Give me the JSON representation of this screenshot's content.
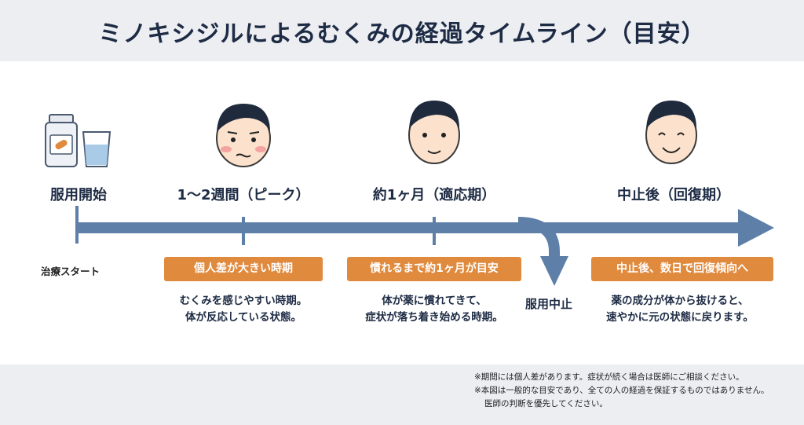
{
  "title": "ミノキシジルによるむくみの経過タイムライン（目安）",
  "stages": [
    {
      "label": "服用開始",
      "sub": "治療スタート"
    },
    {
      "label": "1〜2週間（ピーク）",
      "badge": "個人差が大きい時期",
      "desc": [
        "むくみを感じやすい時期。",
        "体が反応している状態。"
      ]
    },
    {
      "label": "約1ヶ月（適応期）",
      "badge": "慣れるまで約1ヶ月が目安",
      "desc": [
        "体が薬に慣れてきて、",
        "症状が落ち着き始める時期。"
      ]
    },
    {
      "label": "中止後（回復期）",
      "badge": "中止後、数日で回復傾向へ",
      "desc": [
        "薬の成分が体から抜けると、",
        "速やかに元の状態に戻ります。"
      ]
    }
  ],
  "stop_label": "服用中止",
  "notes": [
    "※期間には個人差があります。症状が続く場合は医師にご相談ください。",
    "※本図は一般的な目安であり、全ての人の経過を保証するものではありません。",
    "医師の判断を優先してください。"
  ],
  "colors": {
    "arrow": "#5d7fa8",
    "badge": "#e08a3e",
    "header_bg": "#eceef2",
    "text": "#1d2b44"
  },
  "icons": [
    "medicine-bottle-icon",
    "water-glass-icon",
    "swollen-face-icon",
    "calm-face-icon",
    "smiling-face-icon"
  ]
}
